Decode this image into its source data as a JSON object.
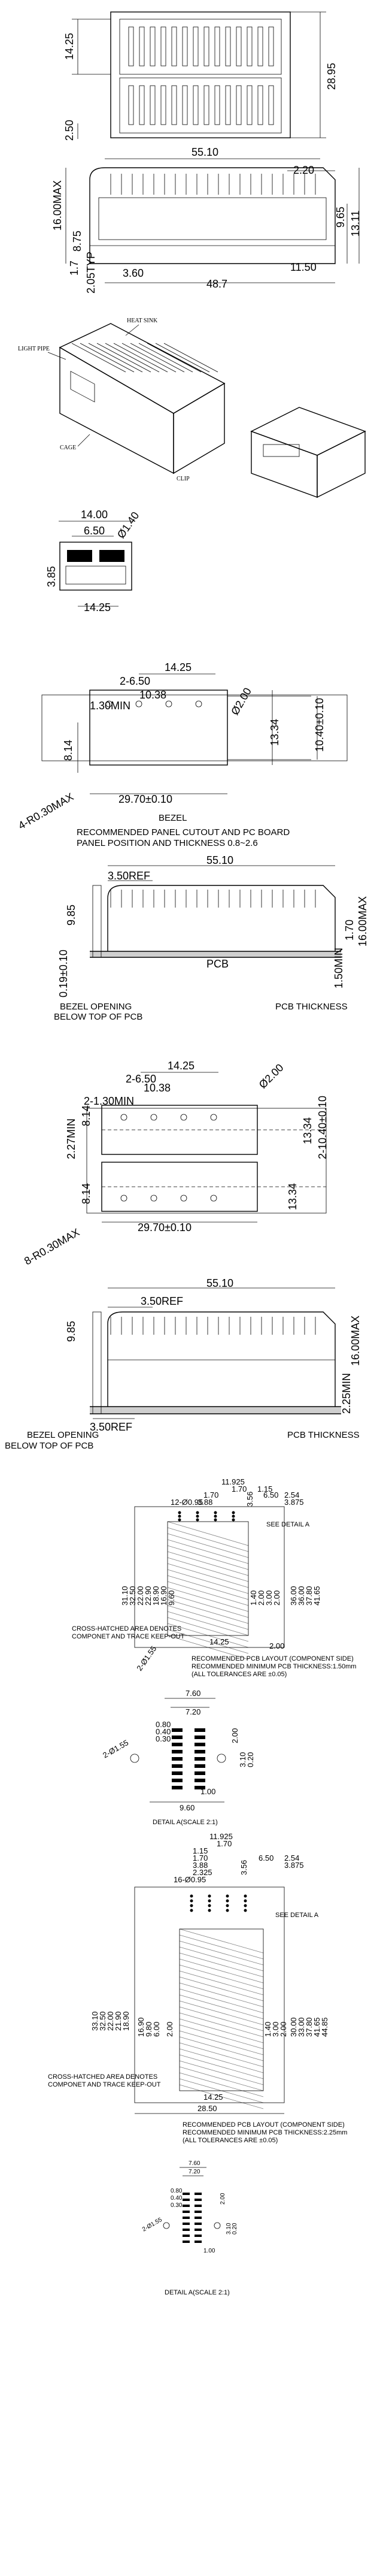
{
  "view1": {
    "dims": [
      "14.25",
      "28.95",
      "2.50"
    ]
  },
  "view2": {
    "dims": [
      "55.10",
      "2.20",
      "16.00MAX",
      "8.75",
      "9.65",
      "13.11",
      "1.7",
      "2.05TYP",
      "3.60",
      "11.50",
      "48.7"
    ]
  },
  "iso": {
    "labels": [
      "HEAT SINK",
      "LIGHT PIPE",
      "CAGE",
      "CLIP"
    ]
  },
  "front": {
    "dims": [
      "14.00",
      "6.50",
      "Ø1.40",
      "3.85",
      "14.25"
    ]
  },
  "panel": {
    "dims": [
      "14.25",
      "2-6.50",
      "10.38",
      "1.30MIN",
      "Ø2.00",
      "13.34",
      "10.40±0.10",
      "8.14",
      "29.70±0.10",
      "4-R0.30MAX"
    ],
    "bezel": "BEZEL",
    "caption1": "RECOMMENDED PANEL CUTOUT AND PC BOARD",
    "caption2": "PANEL POSITION AND THICKNESS 0.8~2.6"
  },
  "side1": {
    "dims": [
      "55.10",
      "3.50REF",
      "9.85",
      "1.70",
      "16.00MAX",
      "0.19±0.10",
      "1.50MIN"
    ],
    "pcb": "PCB",
    "bezel1": "BEZEL OPENING",
    "bezel2": "BELOW TOP OF PCB",
    "thickness": "PCB THICKNESS"
  },
  "panel2": {
    "dims": [
      "14.25",
      "2-6.50",
      "10.38",
      "2-1.30MIN",
      "Ø2.00",
      "13.34",
      "2-10.40±0.10",
      "2.27MIN",
      "8.14",
      "13.34",
      "8.14",
      "29.70±0.10",
      "8-R0.30MAX"
    ]
  },
  "side2": {
    "dims": [
      "55.10",
      "3.50REF",
      "9.85",
      "16.00MAX",
      "3.50REF",
      "2.25MIN"
    ],
    "bezel1": "BEZEL OPENING",
    "bezel2": "BELOW TOP OF PCB",
    "thickness": "PCB THICKNESS"
  },
  "pcb1": {
    "top_dims": [
      "11.925",
      "1.70",
      "1.15",
      "1.70",
      "3.88",
      "3.56",
      "6.50",
      "2.54",
      "3.875",
      "12-Ø0.95"
    ],
    "left_dims": [
      "31.10",
      "32.50",
      "22.00",
      "22.90",
      "18.90",
      "16.90",
      "9.60"
    ],
    "right_dims": [
      "36.00",
      "36.00",
      "37.80",
      "41.65"
    ],
    "inner_dims": [
      "1.40",
      "2.00",
      "3.00",
      "2.00"
    ],
    "bottom_dims": [
      "14.25",
      "2.00"
    ],
    "see_detail": "SEE DETAIL A",
    "note1": "CROSS-HATCHED AREA DENOTES",
    "note2": "COMPONET AND TRACE KEEP-OUT",
    "hole_note": "2-Ø1.55",
    "caption1": "RECOMMENDED PCB LAYOUT (COMPONENT SIDE)",
    "caption2": "RECOMMENDED MINIMUM PCB THICKNESS:1.50mm",
    "caption3": "(ALL TOLERANCES ARE ±0.05)"
  },
  "detail1": {
    "dims": [
      "7.60",
      "7.20",
      "0.80",
      "0.40",
      "0.30",
      "2-Ø1.55",
      "2.00",
      "3.10",
      "0.20",
      "1.00",
      "9.60"
    ],
    "caption": "DETAIL A(SCALE 2:1)"
  },
  "pcb2": {
    "top_dims": [
      "11.925",
      "1.70",
      "1.15",
      "1.70",
      "3.88",
      "3.56",
      "6.50",
      "2.54",
      "2.325",
      "3.875",
      "16-Ø0.95"
    ],
    "left_dims": [
      "33.10",
      "32.50",
      "22.00",
      "21.90",
      "18.90",
      "16.90",
      "9.80",
      "6.00"
    ],
    "right_dims": [
      "30.00",
      "33.00",
      "37.80",
      "41.65",
      "44.85"
    ],
    "inner_dims": [
      "1.40",
      "3.00",
      "2.00",
      "2.00"
    ],
    "bottom_dims": [
      "14.25",
      "28.50"
    ],
    "see_detail": "SEE DETAIL A",
    "note1": "CROSS-HATCHED AREA DENOTES",
    "note2": "COMPONET AND TRACE KEEP-OUT",
    "caption1": "RECOMMENDED PCB LAYOUT (COMPONENT SIDE)",
    "caption2": "RECOMMENDED MINIMUM PCB THICKNESS:2.25mm",
    "caption3": "(ALL TOLERANCES ARE ±0.05)"
  },
  "detail2": {
    "dims": [
      "7.60",
      "7.20",
      "0.80",
      "0.40",
      "0.30",
      "2-Ø1.55",
      "2.00",
      "3.10",
      "0.20",
      "1.00"
    ],
    "caption": "DETAIL A(SCALE 2:1)"
  }
}
